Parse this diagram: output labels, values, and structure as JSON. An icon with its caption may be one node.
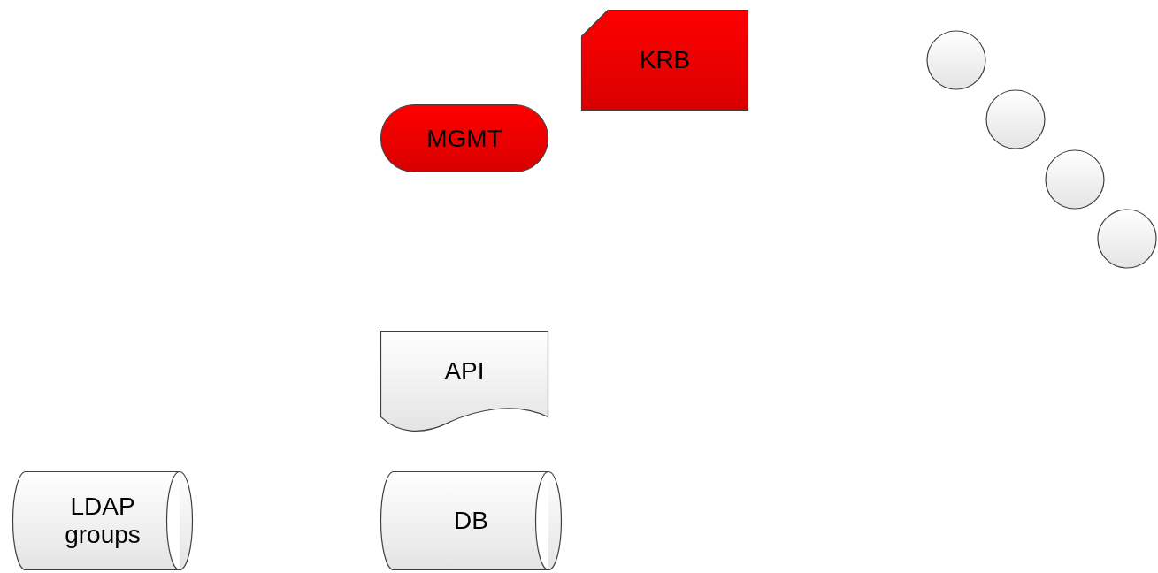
{
  "diagram": {
    "nodes": [
      {
        "text": [
          "KRB"
        ]
      },
      {
        "text": [
          "MGMT"
        ]
      },
      {
        "text": [],
        "shape": "circle"
      },
      {
        "text": [],
        "shape": "circle"
      },
      {
        "text": [],
        "shape": "circle"
      },
      {
        "text": [],
        "shape": "circle"
      },
      {
        "text": [
          "API"
        ]
      },
      {
        "text": [
          "LDAP groups"
        ]
      },
      {
        "text": [
          "DB"
        ]
      }
    ]
  }
}
